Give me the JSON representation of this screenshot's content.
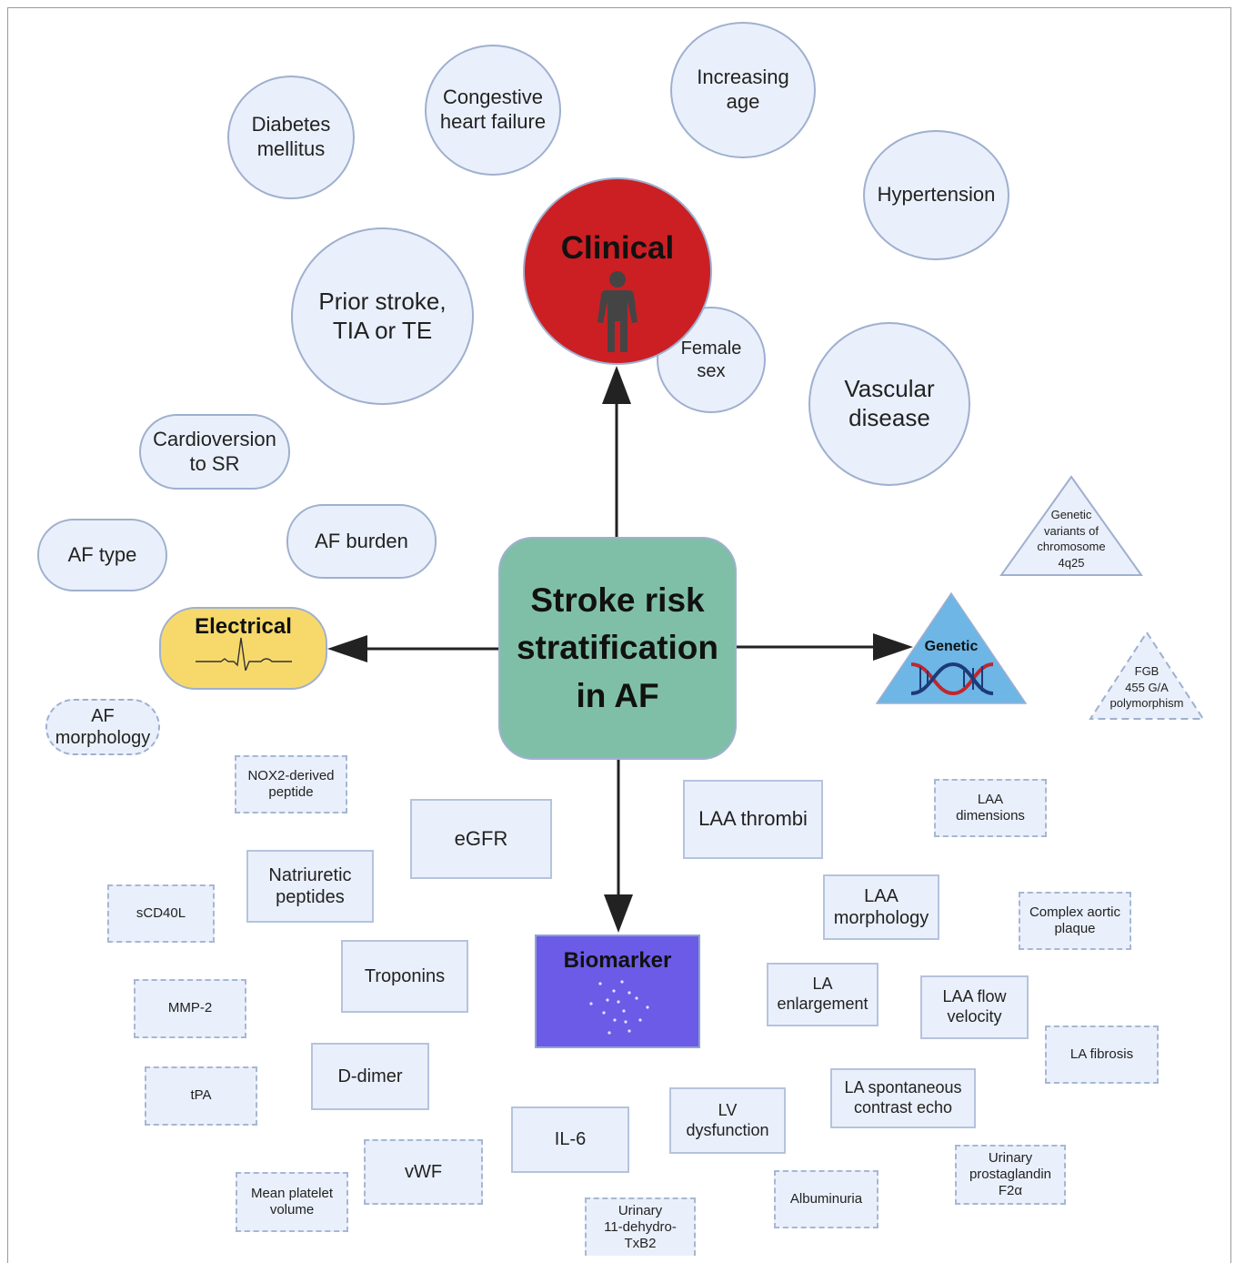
{
  "center": {
    "label": "Stroke risk\nstratification\nin AF"
  },
  "categories": {
    "clinical": "Clinical",
    "electrical": "Electrical",
    "genetic": "Genetic",
    "biomarker": "Biomarker"
  },
  "colors": {
    "center_fill": "#7fbfa8",
    "clinical_fill": "#cc1f24",
    "electrical_fill": "#f7d96b",
    "genetic_fill": "#6db6e6",
    "biomarker_fill": "#6b5be6",
    "node_fill": "#eaf0fb",
    "node_border": "#9fb0cf"
  },
  "clinical_factors": {
    "diabetes": "Diabetes\nmellitus",
    "chf": "Congestive\nheart failure",
    "age": "Increasing\nage",
    "hypertension": "Hypertension",
    "prior_stroke": "Prior stroke,\nTIA or TE",
    "female_sex": "Female\nsex",
    "vascular": "Vascular\ndisease"
  },
  "electrical_factors": {
    "cardioversion": "Cardioversion\nto SR",
    "af_type": "AF type",
    "af_burden": "AF burden",
    "af_morphology": "AF\nmorphology"
  },
  "genetic_factors": {
    "chromosome": "Genetic\nvariants of\nchromosome\n4q25",
    "fgb": "FGB\n455 G/A\npolymorphism"
  },
  "biomarker_factors": {
    "nox2": "NOX2-derived\npeptide",
    "egfr": "eGFR",
    "natriuretic": "Natriuretic\npeptides",
    "scd40l": "sCD40L",
    "troponins": "Troponins",
    "mmp2": "MMP-2",
    "ddimer": "D-dimer",
    "tpa": "tPA",
    "vwf": "vWF",
    "il6": "IL-6",
    "mpv": "Mean platelet\nvolume",
    "txb2": "Urinary\n11-dehydro-\nTxB2"
  },
  "imaging_factors": {
    "laa_thrombi": "LAA thrombi",
    "laa_dimensions": "LAA\ndimensions",
    "laa_morphology": "LAA\nmorphology",
    "aortic_plaque": "Complex aortic\nplaque",
    "la_enlargement": "LA\nenlargement",
    "laa_flow": "LAA flow\nvelocity",
    "la_fibrosis": "LA fibrosis",
    "lv_dysfunction": "LV\ndysfunction",
    "la_contrast": "LA spontaneous\ncontrast echo",
    "albuminuria": "Albuminuria",
    "prostaglandin": "Urinary\nprostaglandin\nF2α"
  }
}
